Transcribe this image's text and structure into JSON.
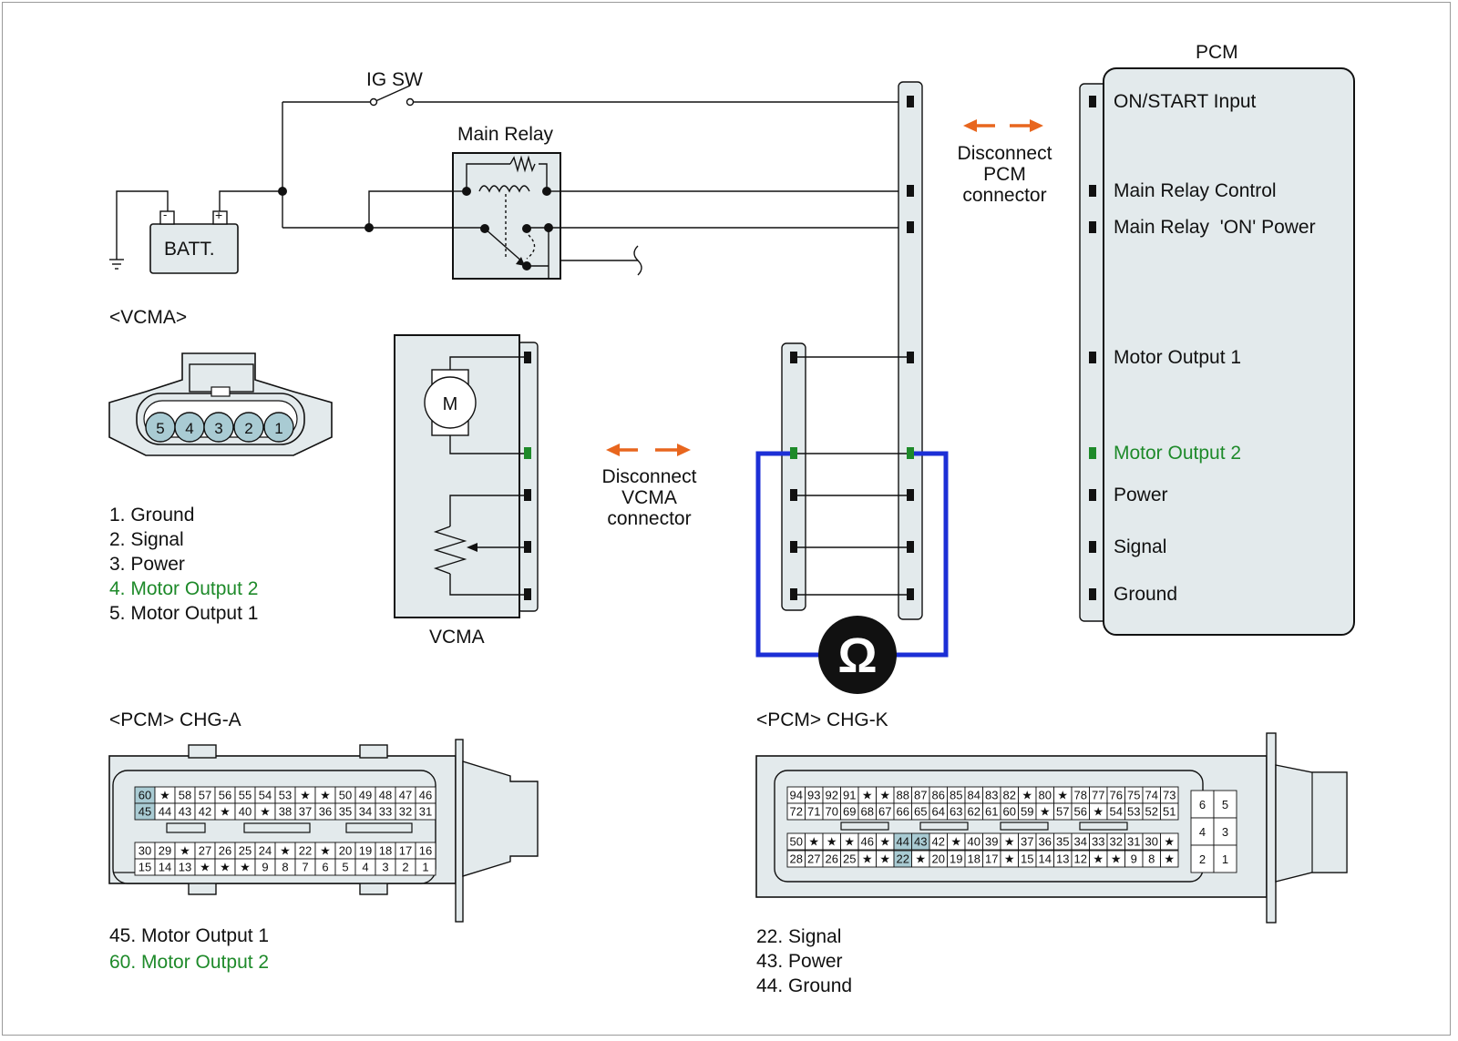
{
  "colors": {
    "green": "#1e8a2a",
    "orange": "#e8661e",
    "blue": "#1c2fd6",
    "fill": "#e3eaec",
    "highlight": "#a9cbd3"
  },
  "circuit": {
    "ig_sw": "IG SW",
    "main_relay": "Main Relay",
    "batt": "BATT.",
    "batt_minus": "-",
    "batt_plus": "+",
    "pcm_title": "PCM",
    "motor_symbol": "M",
    "vcma_module": "VCMA",
    "ohm_symbol": "Ω",
    "disconnect_pcm": [
      "Disconnect",
      "PCM",
      "connector"
    ],
    "disconnect_vcma": [
      "Disconnect",
      "VCMA",
      "connector"
    ]
  },
  "pcm_pins": [
    "ON/START Input",
    "Main Relay Control",
    "Main Relay  'ON' Power",
    "Motor Output 1",
    "Motor Output 2",
    "Power",
    "Signal",
    "Ground"
  ],
  "vcma": {
    "title": "<VCMA>",
    "pins": [
      "5",
      "4",
      "3",
      "2",
      "1"
    ],
    "legend": [
      "1. Ground",
      "2. Signal",
      "3. Power",
      "4. Motor Output 2",
      "5. Motor Output 1"
    ]
  },
  "chg_a": {
    "title": "<PCM> CHG-A",
    "row1": [
      "60",
      "★",
      "58",
      "57",
      "56",
      "55",
      "54",
      "53",
      "★",
      "★",
      "50",
      "49",
      "48",
      "47",
      "46"
    ],
    "row2": [
      "45",
      "44",
      "43",
      "42",
      "★",
      "40",
      "★",
      "38",
      "37",
      "36",
      "35",
      "34",
      "33",
      "32",
      "31"
    ],
    "row3": [
      "30",
      "29",
      "★",
      "27",
      "26",
      "25",
      "24",
      "★",
      "22",
      "★",
      "20",
      "19",
      "18",
      "17",
      "16"
    ],
    "row4": [
      "15",
      "14",
      "13",
      "★",
      "★",
      "★",
      "9",
      "8",
      "7",
      "6",
      "5",
      "4",
      "3",
      "2",
      "1"
    ],
    "legend": [
      "45. Motor Output 1",
      "60. Motor Output 2"
    ]
  },
  "chg_k": {
    "title": "<PCM> CHG-K",
    "row1": [
      "94",
      "93",
      "92",
      "91",
      "★",
      "★",
      "88",
      "87",
      "86",
      "85",
      "84",
      "83",
      "82",
      "★",
      "80",
      "★",
      "78",
      "77",
      "76",
      "75",
      "74",
      "73"
    ],
    "row2": [
      "72",
      "71",
      "70",
      "69",
      "68",
      "67",
      "66",
      "65",
      "64",
      "63",
      "62",
      "61",
      "60",
      "59",
      "★",
      "57",
      "56",
      "★",
      "54",
      "53",
      "52",
      "51"
    ],
    "row3": [
      "50",
      "★",
      "★",
      "★",
      "46",
      "★",
      "44",
      "43",
      "42",
      "★",
      "40",
      "39",
      "★",
      "37",
      "36",
      "35",
      "34",
      "33",
      "32",
      "31",
      "30",
      "★"
    ],
    "row4": [
      "28",
      "27",
      "26",
      "25",
      "★",
      "★",
      "22",
      "★",
      "20",
      "19",
      "18",
      "17",
      "★",
      "15",
      "14",
      "13",
      "12",
      "★",
      "★",
      "9",
      "8",
      "★"
    ],
    "side": [
      "6",
      "5",
      "4",
      "3",
      "2",
      "1"
    ],
    "legend": [
      "22. Signal",
      "43. Power",
      "44. Ground"
    ]
  }
}
